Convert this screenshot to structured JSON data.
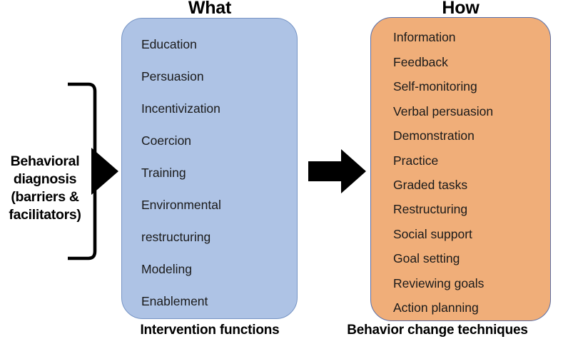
{
  "headings": {
    "what": "What",
    "how": "How"
  },
  "left_label": {
    "line1": "Behavioral",
    "line2": "diagnosis",
    "line3": "(barriers &",
    "line4": "facilitators)"
  },
  "what_panel": {
    "caption": "Intervention functions",
    "fill_color": "#AEC3E5",
    "items": [
      "Education",
      "Persuasion",
      "Incentivization",
      "Coercion",
      "Training",
      "Environmental",
      "restructuring",
      "Modeling",
      "Enablement"
    ]
  },
  "how_panel": {
    "caption": "Behavior change techniques",
    "fill_color": "#F0AE79",
    "items": [
      "Information",
      "Feedback",
      "Self-monitoring",
      "Verbal persuasion",
      "Demonstration",
      "Practice",
      "Graded tasks",
      "Restructuring",
      "Social support",
      "Goal setting",
      "Reviewing goals",
      "Action planning"
    ]
  },
  "connectors": {
    "brace_color": "#000000",
    "arrow_color": "#000000",
    "left_arrow_name": "brace-arrow-to-intervention-functions",
    "middle_arrow_name": "block-arrow-to-behavior-change-techniques"
  }
}
